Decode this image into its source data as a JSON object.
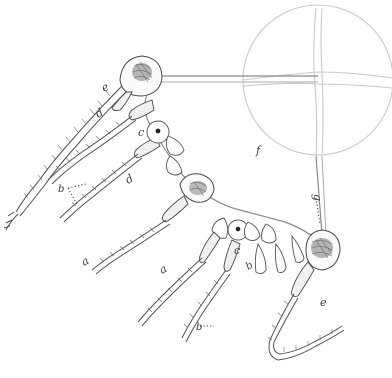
{
  "figure": {
    "labels": {
      "e_top": "e",
      "d_upper": "d",
      "c_upper": "c",
      "b_left": "b",
      "d_middle": "d",
      "a_left": "a",
      "a_lower": "a",
      "c_lower": "c",
      "b_lower_right": "b",
      "b_bottom": "b",
      "e_bottom": "e",
      "f": "f",
      "g": "g"
    }
  }
}
